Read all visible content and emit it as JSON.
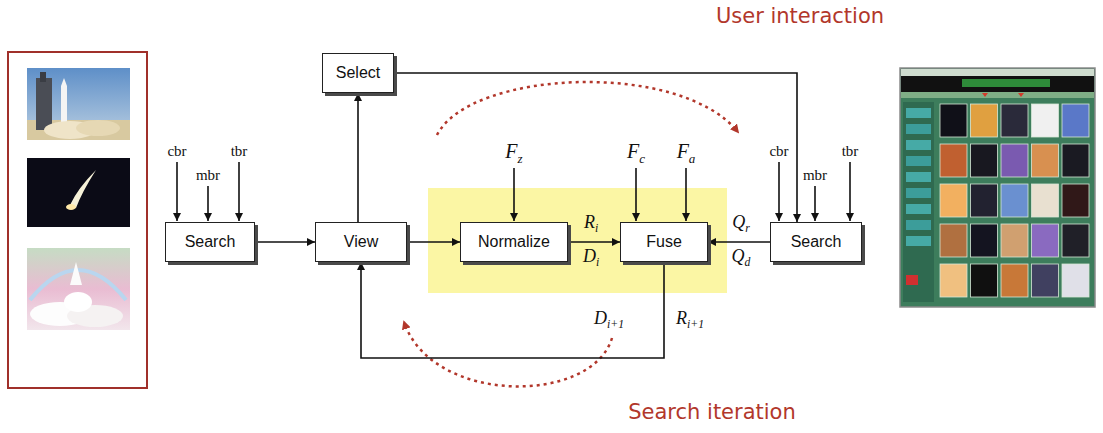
{
  "diagram": {
    "nodes": [
      {
        "text": [
          "Select"
        ]
      },
      {
        "text": [
          "Search"
        ]
      },
      {
        "text": [
          "View"
        ]
      },
      {
        "text": [
          "Normalize"
        ]
      },
      {
        "text": [
          "Fuse"
        ]
      },
      {
        "text": [
          "Search"
        ]
      }
    ],
    "edges": [
      {
        "from": 1,
        "to": 2,
        "arrow": "to"
      },
      {
        "from": 2,
        "to": 0,
        "arrow": "to"
      },
      {
        "from": 2,
        "to": 3,
        "arrow": "to"
      },
      {
        "from": 3,
        "to": 4,
        "arrow": "to"
      },
      {
        "from": 0,
        "to": 5,
        "arrow": "to"
      },
      {
        "from": 5,
        "to": 4,
        "arrow": "to"
      },
      {
        "from": 4,
        "to": 2,
        "arrow": "to"
      }
    ],
    "labels": [
      "cbr",
      "mbr",
      "tbr",
      "Fz",
      "Ri",
      "Di",
      "Fc",
      "Fa",
      "Qr",
      "Qd",
      "cbr",
      "mbr",
      "tbr",
      "Di+1",
      "Ri+1",
      "User interaction",
      "Search iteration"
    ]
  }
}
